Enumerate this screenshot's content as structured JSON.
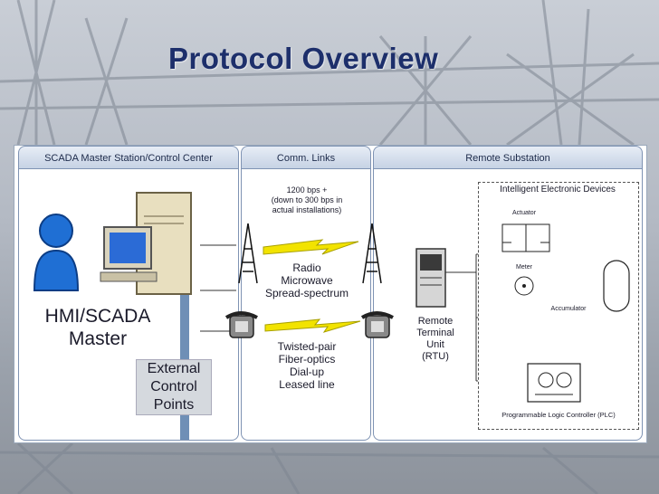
{
  "slide": {
    "title": "Protocol Overview"
  },
  "columns": {
    "master": "SCADA Master Station/Control Center",
    "links": "Comm. Links",
    "substation": "Remote Substation"
  },
  "master": {
    "hmi_line1": "HMI/SCADA",
    "hmi_line2": "Master",
    "ext_line1": "External",
    "ext_line2": "Control",
    "ext_line3": "Points"
  },
  "links": {
    "speed_line1": "1200 bps +",
    "speed_line2": "(down to 300 bps in",
    "speed_line3": "actual installations)",
    "radio_line1": "Radio",
    "radio_line2": "Microwave",
    "radio_line3": "Spread-spectrum",
    "wired_line1": "Twisted-pair",
    "wired_line2": "Fiber-optics",
    "wired_line3": "Dial-up",
    "wired_line4": "Leased line"
  },
  "substation": {
    "rtu_line1": "Remote",
    "rtu_line2": "Terminal",
    "rtu_line3": "Unit",
    "rtu_line4": "(RTU)",
    "ied_title": "Intelligent Electronic Devices",
    "actuator": "Actuator",
    "meter": "Meter",
    "accumulator": "Accumulator",
    "plc": "Programmable Logic Controller (PLC)"
  },
  "colors": {
    "title": "#1d2f6b",
    "header_fill": "#c6d2e4",
    "lightning": "#f2e300",
    "pipe": "#6f8fb6"
  }
}
